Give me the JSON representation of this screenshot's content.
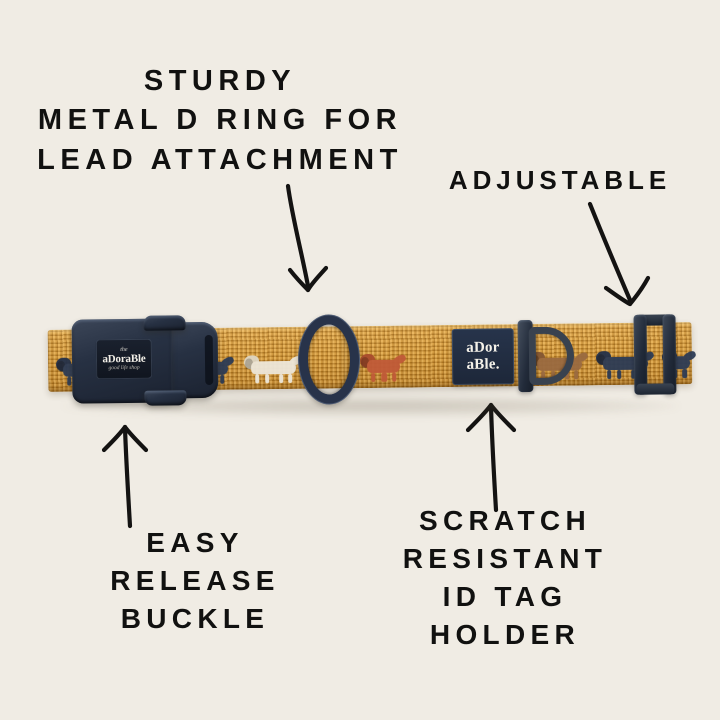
{
  "page": {
    "background_color": "#F0ECE4",
    "text_color": "#111110"
  },
  "callouts": [
    {
      "id": "d-ring",
      "lines": "STURDY\nMETAL D RING FOR\nLEAD ATTACHMENT",
      "points_to": "d-ring"
    },
    {
      "id": "adjustable",
      "lines": "ADJUSTABLE",
      "points_to": "adjuster-slider"
    },
    {
      "id": "buckle",
      "lines": "EASY\nRELEASE\nBUCKLE",
      "points_to": "side-release-buckle"
    },
    {
      "id": "id-tag",
      "lines": "SCRATCH\nRESISTANT\nID TAG\nHOLDER",
      "points_to": "id-tag-holder"
    }
  ],
  "product": {
    "type": "dog collar",
    "webbing_color": "#D4942F",
    "hardware_color": "#27314400",
    "hardware_color_hex": "#273144",
    "buckle_logo": {
      "top": "the",
      "main": "aDoraBle",
      "bottom": "good life shop"
    },
    "brand_label": {
      "line1": "aDor",
      "line2": "aBle."
    },
    "motif": "dachshund",
    "motif_colors": [
      "#2C3B55",
      "#EDE7DA",
      "#9A6A40",
      "#C05A38"
    ]
  }
}
